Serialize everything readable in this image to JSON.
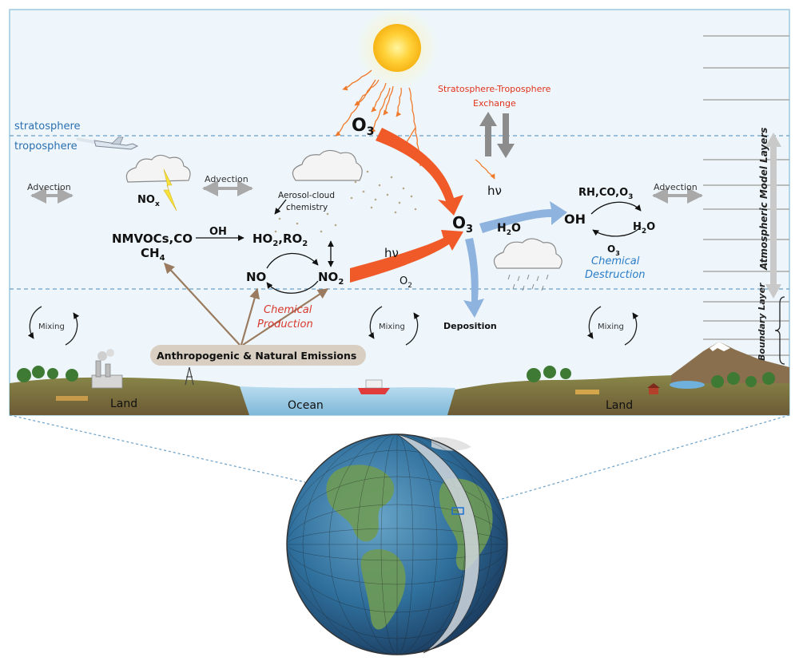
{
  "layers": {
    "stratosphere": "stratosphere",
    "troposphere": "troposphere",
    "atmospheric_model_layers": "Atmospheric Model Layers",
    "boundary_layer": "Boundary Layer"
  },
  "transport": {
    "advection": "Advection",
    "mixing": "Mixing",
    "ste": "Stratosphere-Troposphere Exchange",
    "deposition": "Deposition"
  },
  "chemistry": {
    "o3": "O",
    "o3_sub": "3",
    "hv": "hν",
    "nox": "NO",
    "nox_sub": "x",
    "aerosol_cloud": "Aerosol-cloud chemistry",
    "nmvocs_co": "NMVOCs,CO",
    "ch4": "CH",
    "ch4_sub": "4",
    "oh": "OH",
    "ho2_ro2": "HO",
    "ho2_sub": "2",
    "ro2": ",RO",
    "ro2_sub": "2",
    "no": "NO",
    "no2": "NO",
    "no2_sub": "2",
    "o2": "O",
    "o2_sub": "2",
    "chemical_production": "Chemical Production",
    "h2o": "H",
    "h2o_sub": "2",
    "h2o_tail": "O",
    "rh_co_o3": "RH,CO,O",
    "rh_sub": "3",
    "chemical_destruction": "Chemical Destruction",
    "emissions": "Anthropogenic & Natural Emissions"
  },
  "surface": {
    "land_left": "Land",
    "ocean": "Ocean",
    "land_right": "Land"
  },
  "colors": {
    "sky": "#eef6fb",
    "border": "#9cc8df",
    "production": "#d8392e",
    "destruction": "#2a7cc7",
    "big_arrow": "#f05a28",
    "blue_arrow": "#8fb3df",
    "emission_arrow": "#9a7b5f"
  }
}
